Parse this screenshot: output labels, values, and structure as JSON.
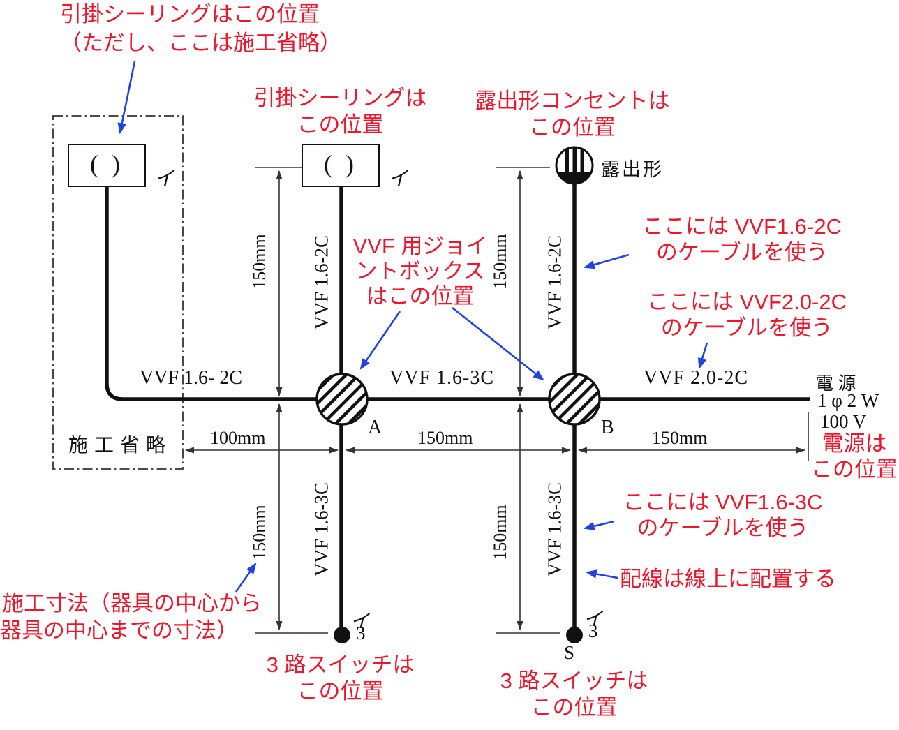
{
  "colors": {
    "annotation_red": "#e8192e",
    "arrow_blue": "#2142de",
    "line_black": "#111111"
  },
  "notes": {
    "ceiling_omitted": {
      "line1": "引掛シーリングはこの位置",
      "line2": "（ただし、ここは施工省略）"
    },
    "ceiling_center": {
      "line1": "引掛シーリングは",
      "line2": "この位置"
    },
    "outlet": {
      "line1": "露出形コンセントは",
      "line2": "この位置"
    },
    "joint_box": {
      "line1": "VVF 用ジョイ",
      "line2": "ントボックス",
      "line3": "はこの位置"
    },
    "cable_vvf16_2c": {
      "line1": "ここには VVF1.6-2C",
      "line2": "のケーブルを使う"
    },
    "cable_vvf20_2c": {
      "line1": "ここには VVF2.0-2C",
      "line2": "のケーブルを使う"
    },
    "cable_vvf16_3c": {
      "line1": "ここには VVF1.6-3C",
      "line2": "のケーブルを使う"
    },
    "power": {
      "line1": "電源は",
      "line2": "この位置"
    },
    "wiring_on_line": "配線は線上に配置する",
    "dimension": {
      "line1": "施工寸法（器具の中心から",
      "line2": "器具の中心までの寸法）"
    },
    "switch_left": {
      "line1": "3 路スイッチは",
      "line2": "この位置"
    },
    "switch_right": {
      "line1": "3 路スイッチは",
      "line2": "この位置"
    }
  },
  "cables": {
    "left_h": "VVF 1.6- 2C",
    "mid_h": "VVF 1.6-3C",
    "right_h": "VVF 2.0-2C",
    "top_left_v": "VVF 1.6-2C",
    "top_right_v": "VVF 1.6-2C",
    "bottom_left_v": "VVF 1.6-3C",
    "bottom_right_v": "VVF 1.6-3C"
  },
  "devices": {
    "fixture_symbol": "( )",
    "fixture_left_mark": "イ",
    "fixture_center_mark": "イ",
    "outlet_type": "露出形",
    "joint_a": "A",
    "joint_b": "B",
    "switch_left_mark": "イ",
    "switch_left_num": "3",
    "switch_right_mark": "イ",
    "switch_right_num": "3",
    "switch_s": "S",
    "omitted_label": "施工省略"
  },
  "power": {
    "name": "電 源",
    "spec1": "1 φ 2 W",
    "spec2": "100 V"
  },
  "dimensions": {
    "top_left": "150mm",
    "top_right": "150mm",
    "h_left": "100mm",
    "h_mid": "150mm",
    "h_right": "150mm",
    "bottom_left": "150mm",
    "bottom_right": "150mm"
  }
}
